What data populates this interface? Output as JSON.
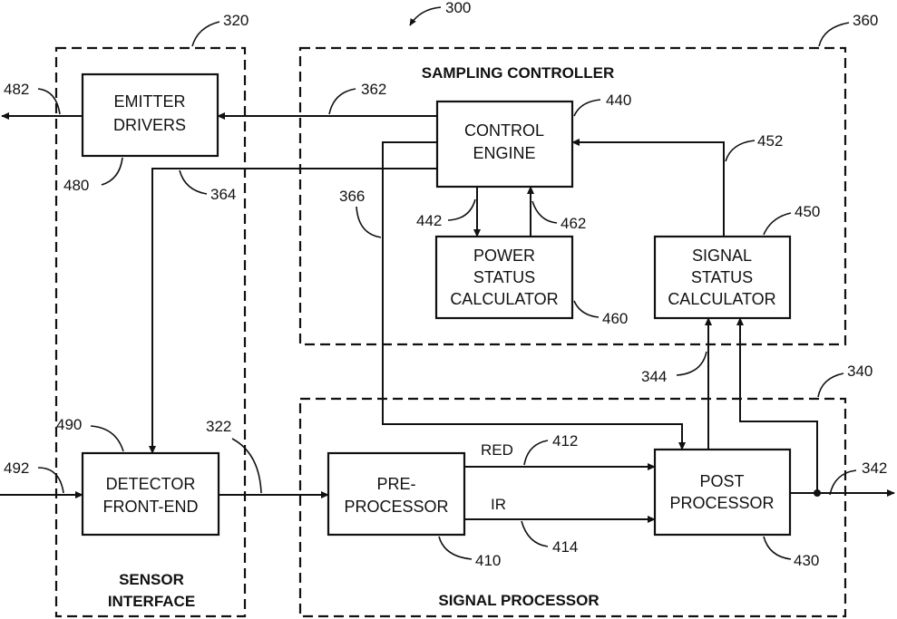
{
  "figure_number": "300",
  "groups": {
    "sampling_controller": {
      "label": "SAMPLING CONTROLLER",
      "ref": "360"
    },
    "sensor_interface": {
      "label_lines": [
        "SENSOR",
        "INTERFACE"
      ],
      "ref": "320"
    },
    "signal_processor": {
      "label": "SIGNAL PROCESSOR",
      "ref": "340"
    }
  },
  "blocks": {
    "emitter_drivers": {
      "lines": [
        "EMITTER",
        "DRIVERS"
      ],
      "ref": "480"
    },
    "control_engine": {
      "lines": [
        "CONTROL",
        "ENGINE"
      ],
      "ref": "440"
    },
    "power_status_calculator": {
      "lines": [
        "POWER",
        "STATUS",
        "CALCULATOR"
      ],
      "ref": "460"
    },
    "signal_status_calculator": {
      "lines": [
        "SIGNAL",
        "STATUS",
        "CALCULATOR"
      ],
      "ref": "450"
    },
    "detector_front_end": {
      "lines": [
        "DETECTOR",
        "FRONT-END"
      ],
      "ref": "490"
    },
    "pre_processor": {
      "lines": [
        "PRE-",
        "PROCESSOR"
      ],
      "ref": "410"
    },
    "post_processor": {
      "lines": [
        "POST",
        "PROCESSOR"
      ],
      "ref": "430"
    }
  },
  "signals": {
    "emitter_output": "482",
    "emitter_control": "362",
    "detector_control": "364",
    "post_processor_control": "366",
    "power_request": "442",
    "power_status": "462",
    "signal_status": "452",
    "detector_input": "492",
    "detector_output": "322",
    "red_channel": {
      "label": "RED",
      "ref": "412"
    },
    "ir_channel": {
      "label": "IR",
      "ref": "414"
    },
    "post_to_signal_status": "344",
    "processor_output": "342"
  }
}
